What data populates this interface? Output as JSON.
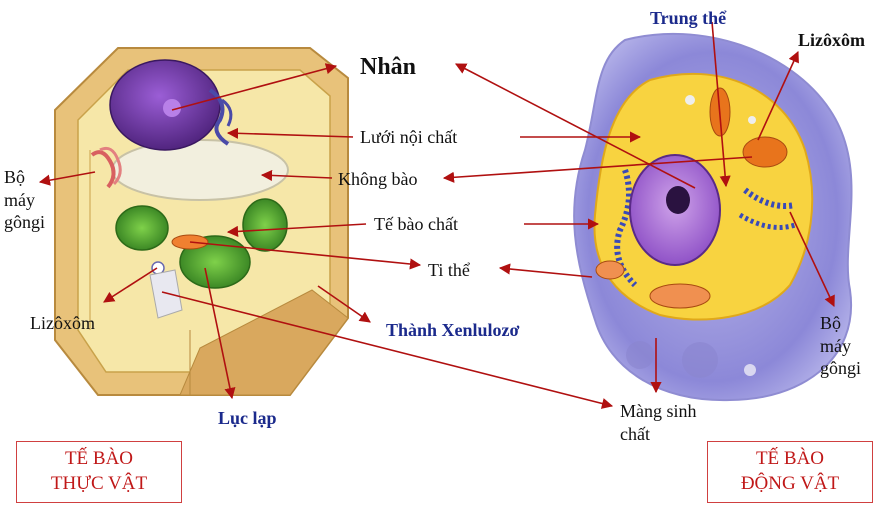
{
  "labels": {
    "nucleus": "Nhân",
    "er": "Lưới nội chất",
    "vacuole": "Không bào",
    "cytoplasm": "Tế bào chất",
    "mitochondria": "Ti thể",
    "cell_wall": "Thành  Xenlulozơ",
    "chloroplast": "Lục lạp",
    "plant_golgi": [
      "Bộ",
      "máy",
      "gôngi"
    ],
    "plant_lysosome": "Lizôxôm",
    "centrosome": "Trung thể",
    "animal_lysosome": "Lizôxôm",
    "animal_golgi": [
      "Bộ",
      "máy",
      "gôngi"
    ],
    "membrane": [
      "Màng sinh",
      "chất"
    ]
  },
  "titles": {
    "plant": [
      "TẾ BÀO",
      "THỰC VẬT"
    ],
    "animal": [
      "TẾ BÀO",
      "ĐỘNG VẬT"
    ]
  },
  "colors": {
    "arrow": "#b01010",
    "title_text": "#c01818",
    "title_border": "#d04040",
    "blue_label": "#1b2a8c"
  }
}
